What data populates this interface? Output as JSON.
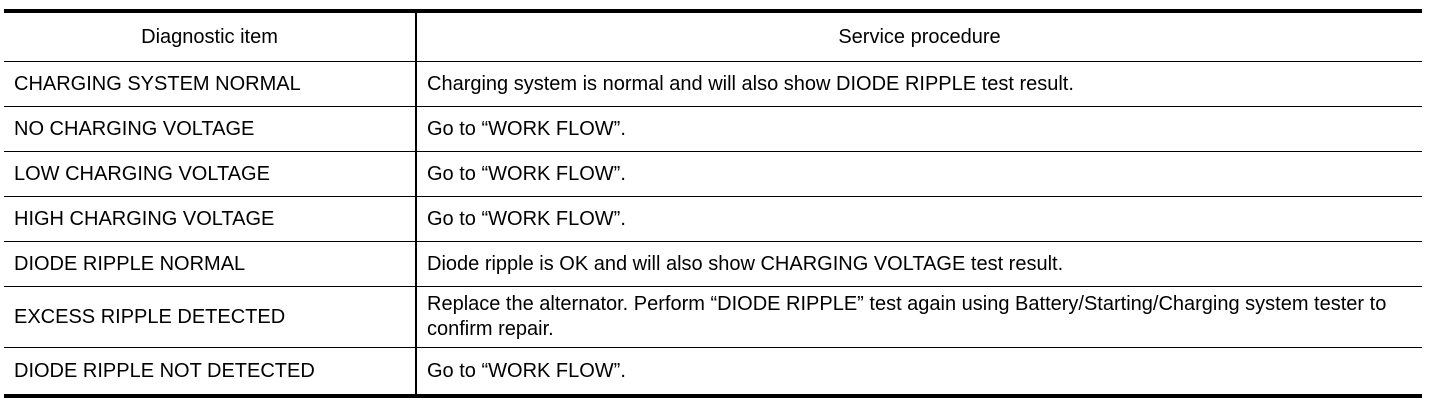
{
  "table": {
    "headers": {
      "diagnostic_item": "Diagnostic item",
      "service_procedure": "Service procedure"
    },
    "rows": [
      {
        "item": "CHARGING SYSTEM NORMAL",
        "procedure": "Charging system is normal and will also show DIODE RIPPLE test result."
      },
      {
        "item": "NO CHARGING VOLTAGE",
        "procedure": "Go to “WORK FLOW”."
      },
      {
        "item": "LOW CHARGING VOLTAGE",
        "procedure": "Go to “WORK FLOW”."
      },
      {
        "item": "HIGH CHARGING VOLTAGE",
        "procedure": "Go to “WORK FLOW”."
      },
      {
        "item": "DIODE RIPPLE NORMAL",
        "procedure": "Diode ripple is OK and will also show CHARGING VOLTAGE test result."
      },
      {
        "item": "EXCESS RIPPLE DETECTED",
        "procedure": "Replace the alternator. Perform “DIODE RIPPLE” test again using Battery/Starting/Charging system tester to confirm repair."
      },
      {
        "item": "DIODE RIPPLE NOT DETECTED",
        "procedure": "Go to “WORK FLOW”."
      }
    ]
  }
}
